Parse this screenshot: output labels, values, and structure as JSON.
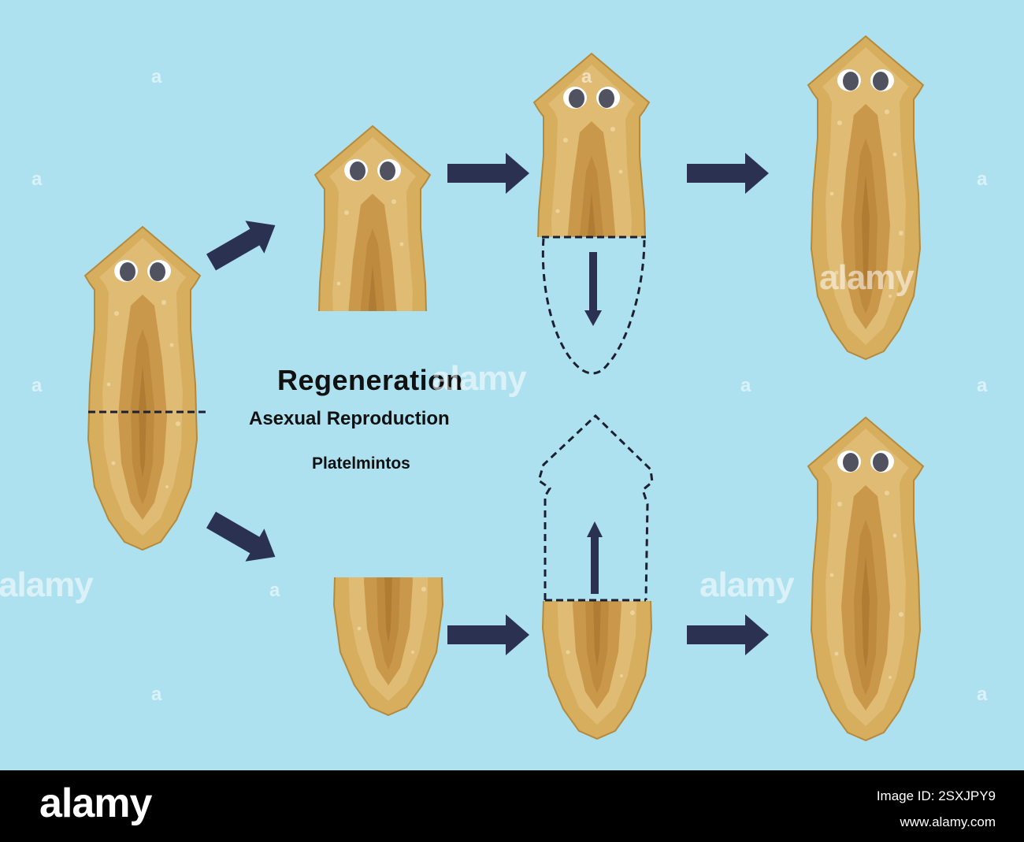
{
  "diagram": {
    "title": "Regeneration",
    "subtitle": "Asexual Reproduction",
    "caption": "Platelmintos"
  },
  "watermark": {
    "text": "alamy",
    "small": "a"
  },
  "footer": {
    "logo": "alamy",
    "image_id_label": "Image ID: 2SXJPY9",
    "site": "www.alamy.com"
  },
  "colors": {
    "background": "#aee1ef",
    "worm_outer": "#d7ad5e",
    "worm_middle": "#dfbb74",
    "worm_inner": "#c9984a",
    "worm_core": "#bd8a3e",
    "worm_edge": "#b58a3c",
    "eye_white": "#ffffff",
    "eye_dark": "#505260",
    "arrow": "#2b3150",
    "footer": "#000000"
  },
  "icons": [
    "planarian-worm",
    "arrow-right",
    "arrow-diagonal",
    "dashed-outline"
  ]
}
